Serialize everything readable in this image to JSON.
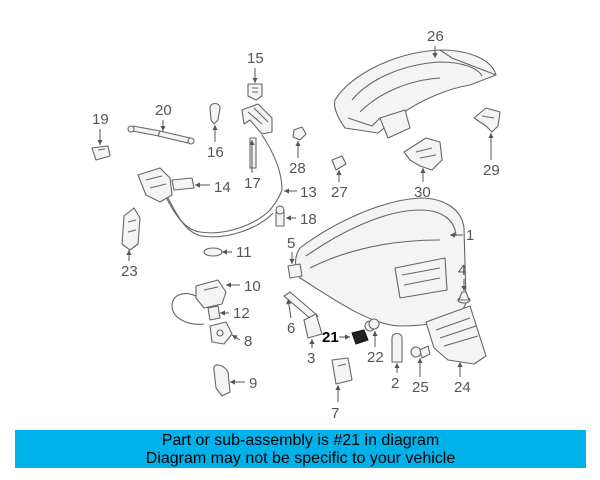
{
  "diagram": {
    "callouts": [
      {
        "id": "26",
        "label": "26"
      },
      {
        "id": "15",
        "label": "15"
      },
      {
        "id": "20",
        "label": "20"
      },
      {
        "id": "19",
        "label": "19"
      },
      {
        "id": "16",
        "label": "16"
      },
      {
        "id": "17",
        "label": "17"
      },
      {
        "id": "28",
        "label": "28"
      },
      {
        "id": "27",
        "label": "27"
      },
      {
        "id": "30",
        "label": "30"
      },
      {
        "id": "29",
        "label": "29"
      },
      {
        "id": "14",
        "label": "14"
      },
      {
        "id": "13",
        "label": "13"
      },
      {
        "id": "18",
        "label": "18"
      },
      {
        "id": "1",
        "label": "1"
      },
      {
        "id": "23",
        "label": "23"
      },
      {
        "id": "11",
        "label": "11"
      },
      {
        "id": "5",
        "label": "5"
      },
      {
        "id": "4",
        "label": "4"
      },
      {
        "id": "10",
        "label": "10"
      },
      {
        "id": "12",
        "label": "12"
      },
      {
        "id": "6",
        "label": "6"
      },
      {
        "id": "21",
        "label": "21"
      },
      {
        "id": "8",
        "label": "8"
      },
      {
        "id": "3",
        "label": "3"
      },
      {
        "id": "22",
        "label": "22"
      },
      {
        "id": "2",
        "label": "2"
      },
      {
        "id": "25",
        "label": "25"
      },
      {
        "id": "24",
        "label": "24"
      },
      {
        "id": "9",
        "label": "9"
      },
      {
        "id": "7",
        "label": "7"
      }
    ],
    "highlighted_part": "21"
  },
  "banner": {
    "line1": "Part or sub-assembly is #21 in diagram",
    "line2": "Diagram may not be specific to your vehicle",
    "background": "#00b1ea"
  }
}
